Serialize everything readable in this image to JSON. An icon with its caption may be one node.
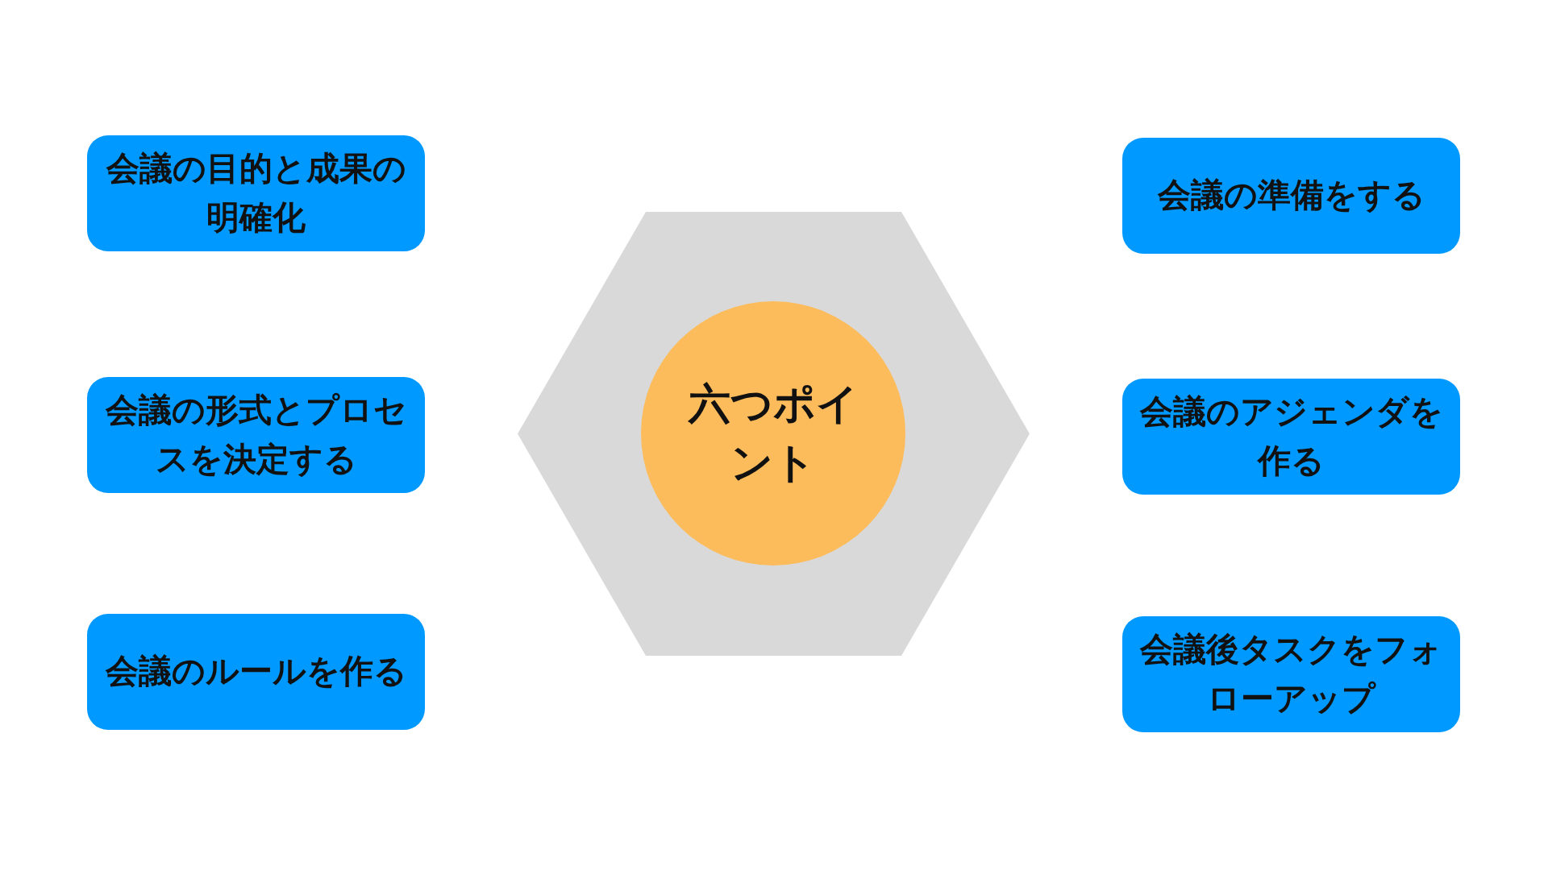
{
  "diagram": {
    "nodes": [
      {
        "text": [],
        "shape": "hexagon"
      },
      {
        "text": [
          "六つポイント"
        ],
        "in": 0
      },
      {
        "text": [
          "会議の目的と成果の明確化"
        ]
      },
      {
        "text": [
          "会議の形式とプロセスを決定する"
        ]
      },
      {
        "text": [
          "会議のルールを作る"
        ]
      },
      {
        "text": [
          "会議の準備をする"
        ]
      },
      {
        "text": [
          "会議のアジェンダを作る"
        ]
      },
      {
        "text": [
          "会議後タスクをフォローアップ"
        ]
      }
    ],
    "edges": []
  }
}
